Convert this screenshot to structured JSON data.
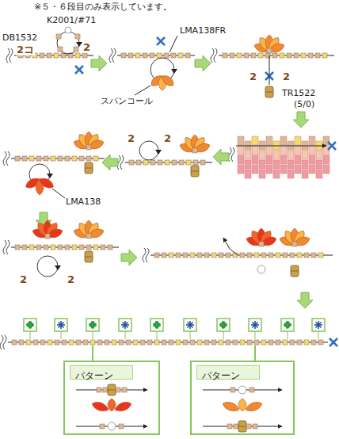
{
  "diagram": {
    "nodes": [
      {
        "text": [
          "パターン"
        ]
      },
      {
        "text": [
          "パターン"
        ]
      }
    ],
    "labels": [
      "※５・６段目のみ表示しています。",
      "K2001/#71",
      "DB1532",
      "2コ",
      "2",
      "LMA138FR",
      "スパンコール",
      "2",
      "2",
      "TR1522",
      "(5/0)",
      "2",
      "2",
      "LMA138",
      "2",
      "2"
    ]
  }
}
